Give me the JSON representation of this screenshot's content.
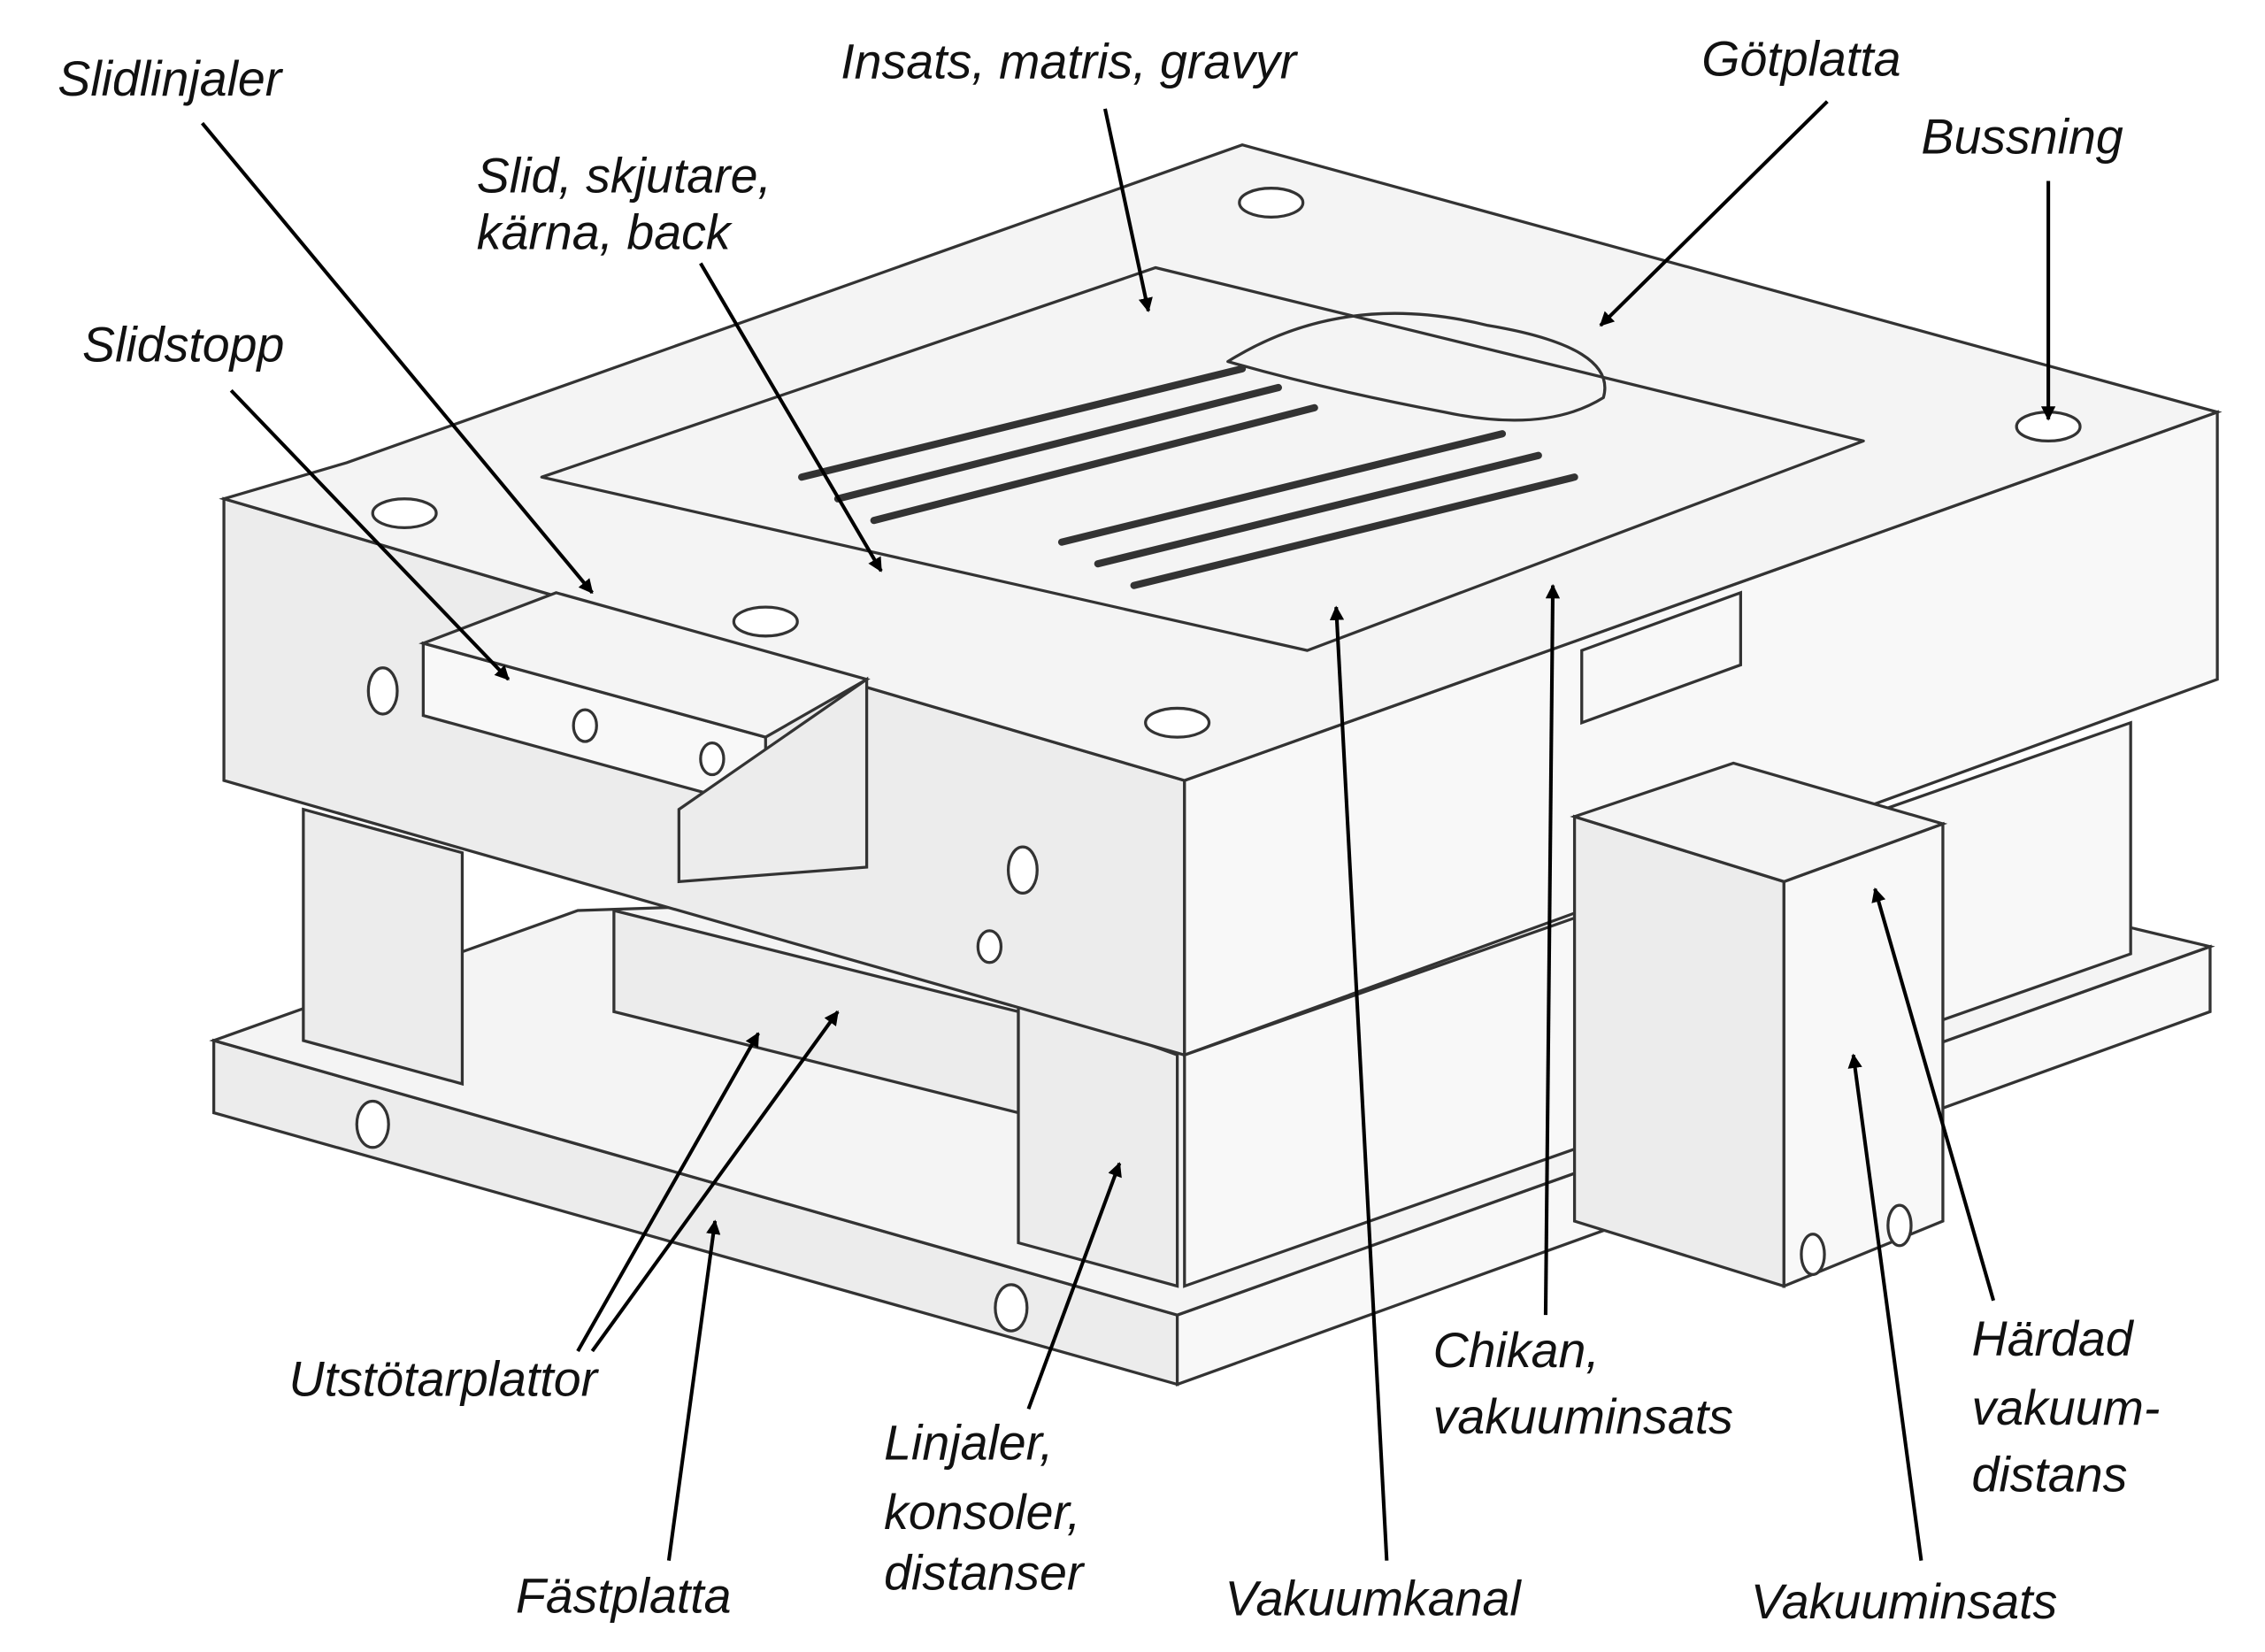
{
  "labels": {
    "slidlinjaler": "Slidlinjaler",
    "insats": "Insats, matris, gravyr",
    "gotplatta": "Götplatta",
    "bussning": "Bussning",
    "slid_line1": "Slid, skjutare,",
    "slid_line2": "kärna, back",
    "slidstopp": "Slidstopp",
    "utstotarplattor": "Utstötarplattor",
    "fastplatta": "Fästplatta",
    "linjaler_line1": "Linjaler,",
    "linjaler_line2": "konsoler,",
    "linjaler_line3": "distanser",
    "vakuumkanal": "Vakuumkanal",
    "chikan_line1": "Chikan,",
    "chikan_line2": "vakuuminsats",
    "hardad_line1": "Härdad",
    "hardad_line2": "vakuum-",
    "hardad_line3": "distans",
    "vakuuminsats": "Vakuuminsats"
  }
}
